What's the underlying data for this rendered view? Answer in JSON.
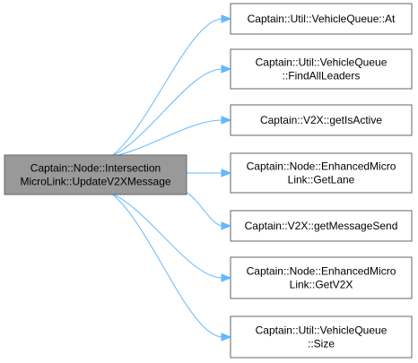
{
  "graph": {
    "source": {
      "lines": [
        "Captain::Node::Intersection",
        "MicroLink::UpdateV2XMessage"
      ],
      "fill": "#999999"
    },
    "targets": [
      {
        "lines": [
          "Captain::Util::VehicleQueue::At"
        ]
      },
      {
        "lines": [
          "Captain::Util::VehicleQueue",
          "::FindAllLeaders"
        ]
      },
      {
        "lines": [
          "Captain::V2X::getIsActive"
        ]
      },
      {
        "lines": [
          "Captain::Node::EnhancedMicro",
          "Link::GetLane"
        ]
      },
      {
        "lines": [
          "Captain::V2X::getMessageSend"
        ]
      },
      {
        "lines": [
          "Captain::Node::EnhancedMicro",
          "Link::GetV2X"
        ]
      },
      {
        "lines": [
          "Captain::Util::VehicleQueue",
          "::Size"
        ]
      }
    ],
    "colors": {
      "edge": "#63b8ff",
      "node_border": "#666666",
      "target_fill": "#ffffff"
    }
  }
}
